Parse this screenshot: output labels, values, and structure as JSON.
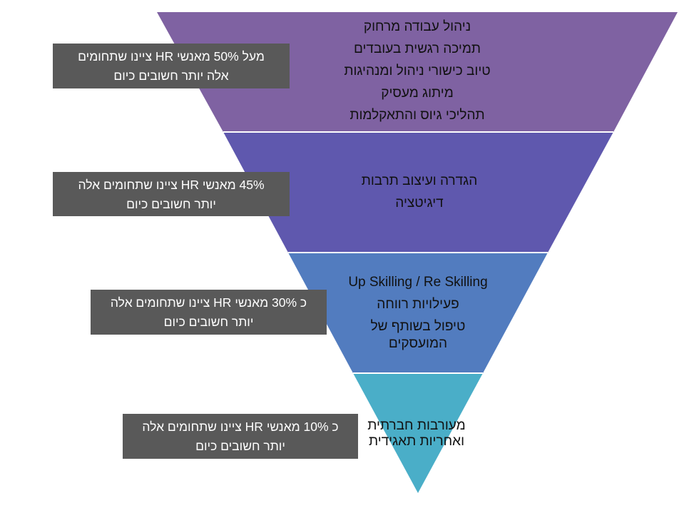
{
  "layers": [
    {
      "color": "#7F62A2",
      "items": [
        "ניהול עבודה מרחוק",
        "תמיכה רגשית בעובדים",
        "טיוב כישורי ניהול ומנהיגות",
        "מיתוג מעסיק",
        "תהליכי גיוס והתאקלמות"
      ]
    },
    {
      "color": "#5F58AE",
      "items": [
        "הגדרה ועיצוב תרבות",
        "דיגיטציה"
      ]
    },
    {
      "color": "#527CBF",
      "items": [
        "Up Skilling / Re Skilling",
        "פעילויות רווחה",
        "טיפול בשותף של המועסקים"
      ]
    },
    {
      "color": "#4AAEC8",
      "items": [
        "מעורבות חברתית",
        "ואחריות תאגידית"
      ]
    }
  ],
  "callouts": [
    {
      "line1": "מעל 50% מאנשי HR ציינו שתחומים",
      "line2": "אלה יותר חשובים כיום"
    },
    {
      "line1": "45% מאנשי HR ציינו שתחומים אלה",
      "line2": "יותר חשובים כיום"
    },
    {
      "line1": "כ 30% מאנשי HR ציינו שתחומים אלה",
      "line2": "יותר חשובים כיום"
    },
    {
      "line1": "כ 10% מאנשי HR ציינו שתחומים אלה",
      "line2": "יותר חשובים כיום"
    }
  ]
}
